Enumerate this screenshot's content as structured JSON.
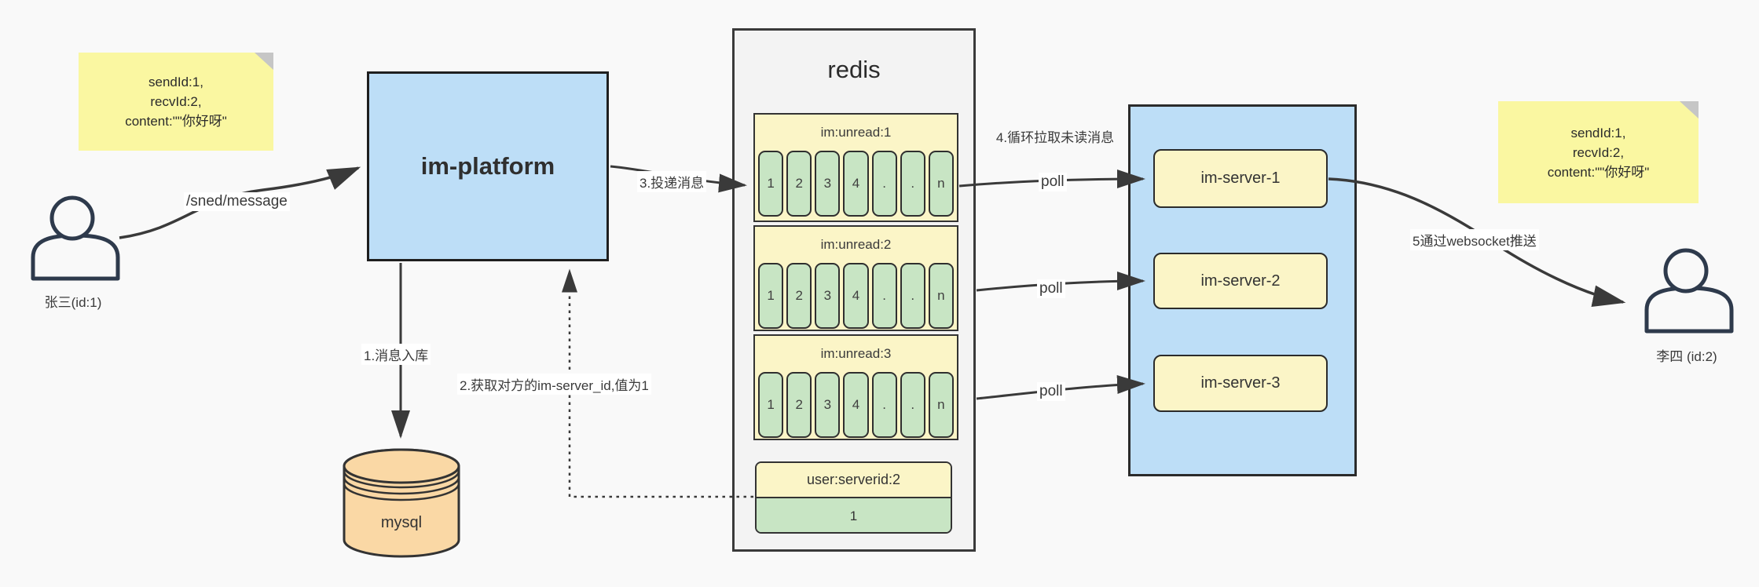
{
  "notes": {
    "left": {
      "lines": [
        "sendId:1,",
        "recvId:2,",
        "content:\"\"你好呀\""
      ]
    },
    "right": {
      "lines": [
        "sendId:1,",
        "recvId:2,",
        "content:\"\"你好呀\""
      ]
    }
  },
  "actors": {
    "sender": "张三(id:1)",
    "receiver": "李四 (id:2)"
  },
  "platform": {
    "label": "im-platform"
  },
  "database": {
    "label": "mysql"
  },
  "redis": {
    "title": "redis",
    "queues": [
      {
        "title": "im:unread:1",
        "cells": [
          "1",
          "2",
          "3",
          "4",
          ".",
          ".",
          "n"
        ]
      },
      {
        "title": "im:unread:2",
        "cells": [
          "1",
          "2",
          "3",
          "4",
          ".",
          ".",
          "n"
        ]
      },
      {
        "title": "im:unread:3",
        "cells": [
          "1",
          "2",
          "3",
          "4",
          ".",
          ".",
          "n"
        ]
      }
    ],
    "kv": {
      "key": "user:serverid:2",
      "value": "1"
    }
  },
  "cluster": {
    "servers": [
      "im-server-1",
      "im-server-2",
      "im-server-3"
    ]
  },
  "labels": {
    "send_api": "/sned/message",
    "step1": "1.消息入库",
    "step2": "2.获取对方的im-server_id,值为1",
    "step3": "3.投递消息",
    "step4": "4.循环拉取未读消息",
    "step5": "5通过websocket推送",
    "poll": "poll"
  },
  "colors": {
    "blue": "#bddef7",
    "sticky": "#faf7a1",
    "pale_yellow": "#fbf5c7",
    "green": "#c8e5c4",
    "tan": "#fad8a5",
    "line": "#3a3a3a"
  }
}
